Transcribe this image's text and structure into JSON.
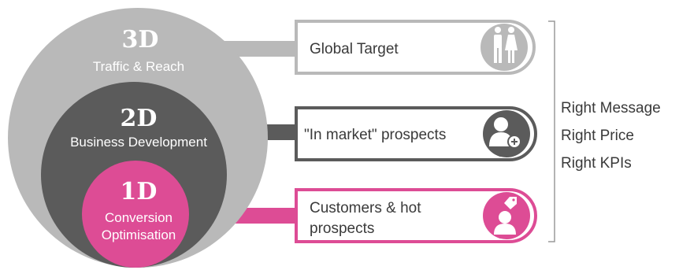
{
  "colors": {
    "outer": "#b9b9b9",
    "middle": "#5b5b5b",
    "inner": "#dd4c95",
    "text_dark": "#3a3a3a",
    "text_light": "#ffffff"
  },
  "circles": [
    {
      "title": "3D",
      "subtitle": "Traffic & Reach"
    },
    {
      "title": "2D",
      "subtitle": "Business Development"
    },
    {
      "title": "1D",
      "subtitle_line1": "Conversion",
      "subtitle_line2": "Optimisation"
    }
  ],
  "boxes": [
    {
      "line1": "Global Target",
      "icon": "people-icon"
    },
    {
      "line1": "\"In market\" prospects",
      "icon": "add-user-icon"
    },
    {
      "line1": "Customers & hot",
      "line2": "prospects",
      "icon": "customer-tag-icon"
    }
  ],
  "right_list": [
    "Right Message",
    "Right Price",
    "Right KPIs"
  ]
}
